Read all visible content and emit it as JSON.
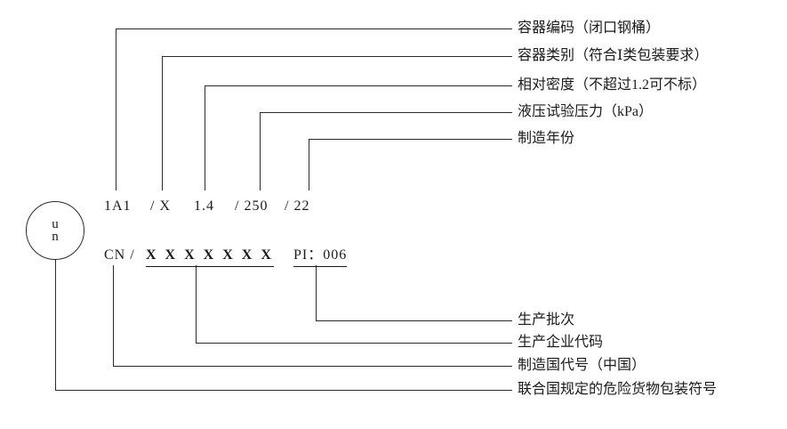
{
  "page": {
    "background": "#ffffff",
    "ink_color": "#1a1a1a"
  },
  "un_symbol": {
    "top": "u",
    "bottom": "n"
  },
  "code_line1": {
    "parts": [
      "1A1",
      "/ X",
      "1.4",
      "/ 250",
      "/ 22"
    ]
  },
  "code_line2": {
    "country_prefix": "CN /",
    "manufacturer_code": "X X X X X X X",
    "batch_code": "PI：006"
  },
  "top_labels": [
    "容器编码（闭口钢桶）",
    "容器类别（符合Ⅰ类包装要求）",
    "相对密度（不超过1.2可不标）",
    "液压试验压力（kPa）",
    "制造年份"
  ],
  "bottom_labels": [
    "生产批次",
    "生产企业代码",
    "制造国代号（中国）",
    "联合国规定的危险货物包装符号"
  ]
}
